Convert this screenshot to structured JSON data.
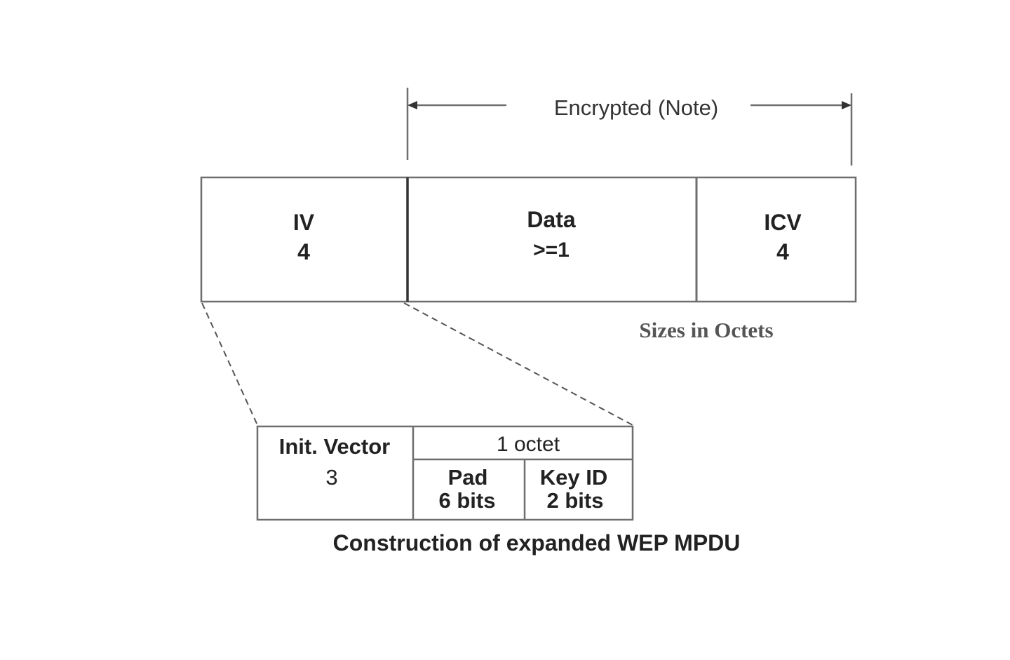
{
  "encrypted_label": "Encrypted (Note)",
  "frame": {
    "fields": [
      {
        "name": "IV",
        "size": "4"
      },
      {
        "name": "Data",
        "size": ">=1"
      },
      {
        "name": "ICV",
        "size": "4"
      }
    ],
    "units_note": "Sizes in Octets"
  },
  "expanded": {
    "init_vector": {
      "name": "Init. Vector",
      "size": "3"
    },
    "octet_label": "1 octet",
    "pad": {
      "name": "Pad",
      "size": "6 bits"
    },
    "key_id": {
      "name": "Key ID",
      "size": "2 bits"
    }
  },
  "caption": "Construction of expanded WEP MPDU",
  "colors": {
    "line": "#6e6e6e",
    "text": "#222222"
  }
}
